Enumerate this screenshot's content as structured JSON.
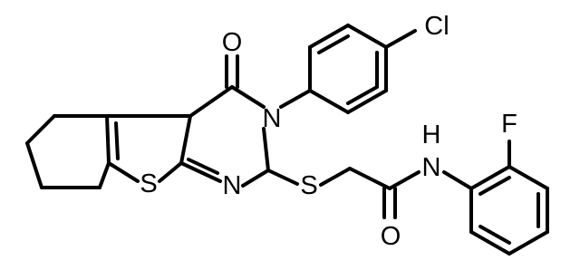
{
  "molecule": {
    "atom_labels": {
      "oxygen_carbonyl_top": "O",
      "chlorine": "Cl",
      "nitrogen_ring_n3": "N",
      "nitrogen_ring_n1": "N",
      "sulfur_thiophene": "S",
      "sulfur_thioether": "S",
      "nitrogen_amide": "N",
      "hydrogen_amide": "H",
      "oxygen_amide": "O",
      "fluorine": "F"
    }
  }
}
